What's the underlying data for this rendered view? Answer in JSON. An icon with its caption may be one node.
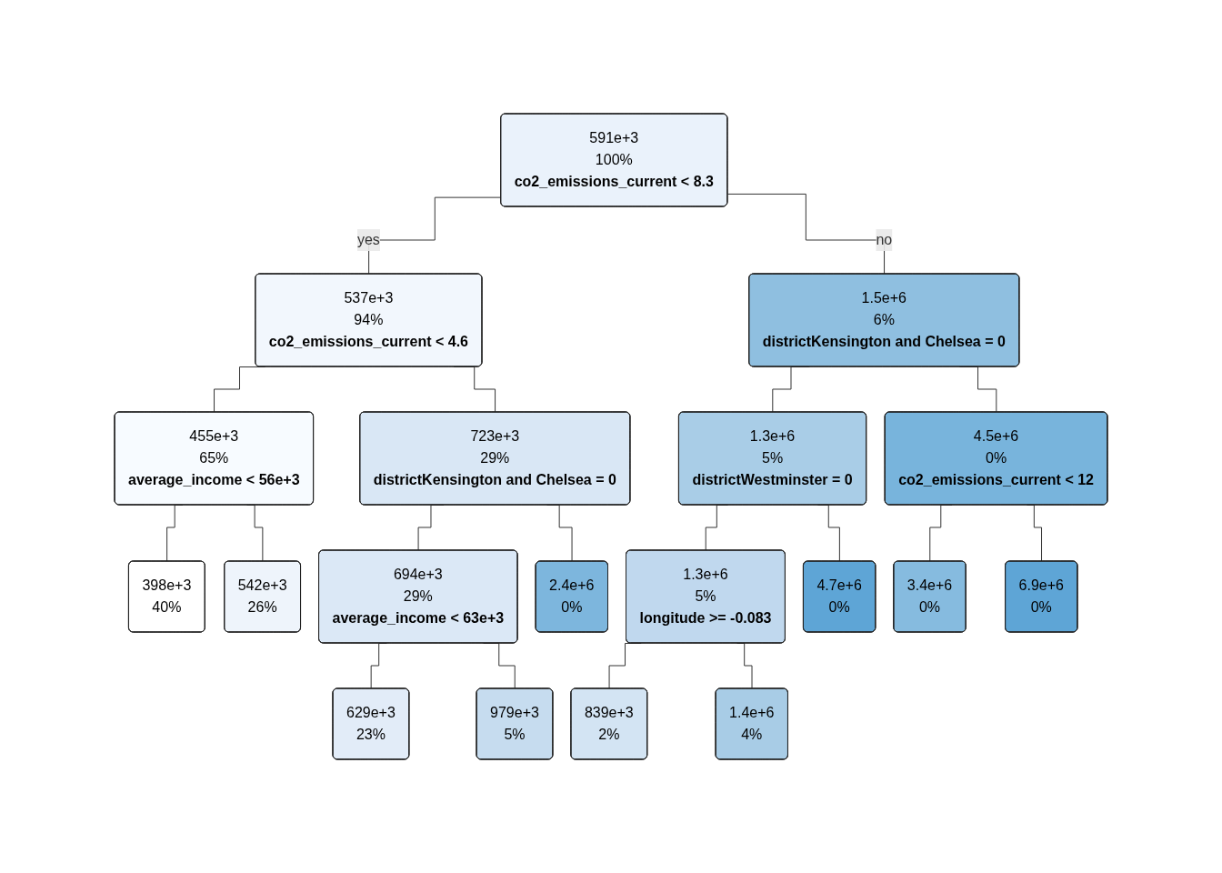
{
  "diagram": {
    "nodes": [
      {
        "text": [
          "591e+3",
          "100%",
          "co2_emissions_current < 8.3"
        ]
      },
      {
        "text": [
          "537e+3",
          "94%",
          "co2_emissions_current < 4.6"
        ]
      },
      {
        "text": [
          "1.5e+6",
          "6%",
          "districtKensington and Chelsea = 0"
        ]
      },
      {
        "text": [
          "455e+3",
          "65%",
          "average_income < 56e+3"
        ]
      },
      {
        "text": [
          "723e+3",
          "29%",
          "districtKensington and Chelsea = 0"
        ]
      },
      {
        "text": [
          "1.3e+6",
          "5%",
          "districtWestminster = 0"
        ]
      },
      {
        "text": [
          "4.5e+6",
          "0%",
          "co2_emissions_current < 12"
        ]
      },
      {
        "text": [
          "694e+3",
          "29%",
          "average_income < 63e+3"
        ]
      },
      {
        "text": [
          "1.3e+6",
          "5%",
          "longitude >= -0.083"
        ]
      },
      {
        "text": [
          "398e+3",
          "40%"
        ]
      },
      {
        "text": [
          "542e+3",
          "26%"
        ]
      },
      {
        "text": [
          "629e+3",
          "23%"
        ]
      },
      {
        "text": [
          "979e+3",
          "5%"
        ]
      },
      {
        "text": [
          "2.4e+6",
          "0%"
        ]
      },
      {
        "text": [
          "839e+3",
          "2%"
        ]
      },
      {
        "text": [
          "1.4e+6",
          "4%"
        ]
      },
      {
        "text": [
          "4.7e+6",
          "0%"
        ]
      },
      {
        "text": [
          "3.4e+6",
          "0%"
        ]
      },
      {
        "text": [
          "6.9e+6",
          "0%"
        ]
      }
    ],
    "edges": [
      {
        "from": 0,
        "to": 1,
        "arrow": "none",
        "label": "yes"
      },
      {
        "from": 0,
        "to": 2,
        "arrow": "none",
        "label": "no"
      },
      {
        "from": 1,
        "to": 3,
        "arrow": "none"
      },
      {
        "from": 1,
        "to": 4,
        "arrow": "none"
      },
      {
        "from": 2,
        "to": 5,
        "arrow": "none"
      },
      {
        "from": 2,
        "to": 6,
        "arrow": "none"
      },
      {
        "from": 3,
        "to": 9,
        "arrow": "none"
      },
      {
        "from": 3,
        "to": 10,
        "arrow": "none"
      },
      {
        "from": 4,
        "to": 7,
        "arrow": "none"
      },
      {
        "from": 4,
        "to": 13,
        "arrow": "none"
      },
      {
        "from": 5,
        "to": 8,
        "arrow": "none"
      },
      {
        "from": 5,
        "to": 16,
        "arrow": "none"
      },
      {
        "from": 6,
        "to": 17,
        "arrow": "none"
      },
      {
        "from": 6,
        "to": 18,
        "arrow": "none"
      },
      {
        "from": 7,
        "to": 11,
        "arrow": "none"
      },
      {
        "from": 7,
        "to": 12,
        "arrow": "none"
      },
      {
        "from": 8,
        "to": 14,
        "arrow": "none"
      },
      {
        "from": 8,
        "to": 15,
        "arrow": "none"
      }
    ]
  }
}
